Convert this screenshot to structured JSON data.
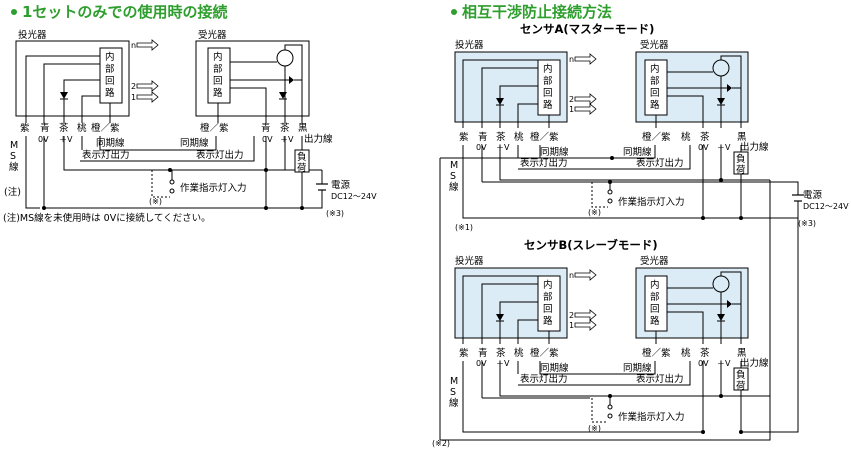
{
  "left": {
    "title": "1セットのみでの使用時の接続",
    "emitter": "投光器",
    "receiver": "受光器",
    "circuit": [
      "内",
      "部",
      "回",
      "路"
    ],
    "outputs": [
      "n",
      "2",
      "1"
    ],
    "emitter_wires": [
      "紫",
      "青",
      "茶",
      "桃",
      "橙／紫"
    ],
    "receiver_wires": [
      "橙／紫",
      "青",
      "茶",
      "黒"
    ],
    "ms": [
      "M",
      "S",
      "線"
    ],
    "volt": [
      "0V",
      "＋V"
    ],
    "output_line": "出力線",
    "sync": "同期線",
    "indicator_out": "表示灯出力",
    "load": [
      "負",
      "荷"
    ],
    "power": "電源",
    "power_spec": "DC12～24V",
    "work_input": "作業指示灯入力",
    "note_mark": "(※)",
    "note3": "(※3)",
    "note_label": "(注)",
    "footnote": "(注)MS線を未使用時は 0Vに接続してください。"
  },
  "right": {
    "title": "相互干渉防止接続方法",
    "sensor_a": "センサA(マスターモード)",
    "sensor_b": "センサB(スレーブモード)",
    "emitter": "投光器",
    "receiver": "受光器",
    "circuit": [
      "内",
      "部",
      "回",
      "路"
    ],
    "outputs": [
      "n",
      "2",
      "1"
    ],
    "emitter_wires": [
      "紫",
      "青",
      "茶",
      "桃",
      "橙／紫"
    ],
    "receiver_wires": [
      "橙／紫",
      "桃",
      "茶",
      "黒"
    ],
    "ms": [
      "M",
      "S",
      "線"
    ],
    "volt": [
      "0V",
      "＋V"
    ],
    "output_line": "出力線",
    "sync": "同期線",
    "indicator_out": "表示灯出力",
    "load": [
      "負",
      "荷"
    ],
    "power": "電源",
    "power_spec": "DC12～24V",
    "work_input": "作業指示灯入力",
    "note_mark": "(※)",
    "note1": "(※1)",
    "note2": "(※2)",
    "note3": "(※3)"
  },
  "colors": {
    "title": "#2e9e2e",
    "panel": "#dcecf6"
  }
}
